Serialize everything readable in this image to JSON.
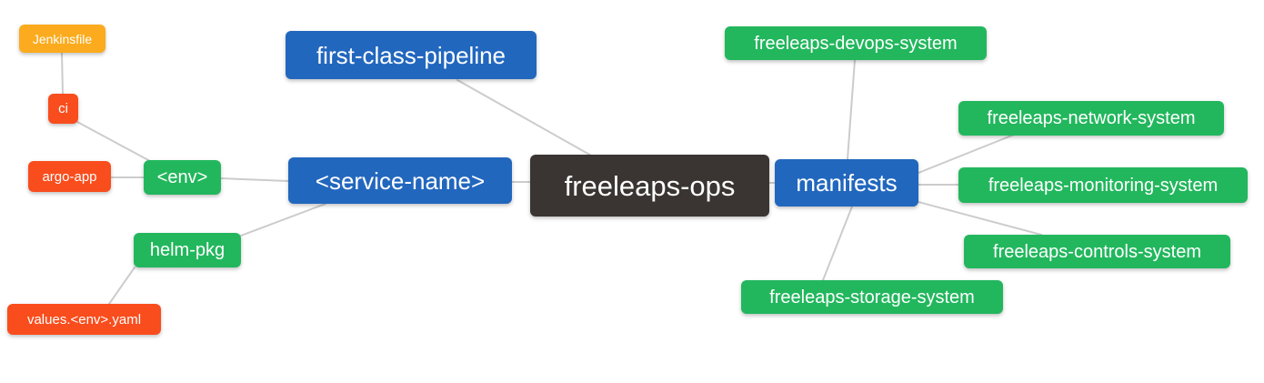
{
  "diagram": {
    "type": "mindmap",
    "background": "#ffffff",
    "colors": {
      "root": "#3a3532",
      "level1": "#2267be",
      "level2": "#22b75d",
      "level3": "#f94d1d",
      "level4": "#fbab1d",
      "edge": "#cccccc",
      "text": "#ffffff"
    },
    "nodes": {
      "root": {
        "label": "freeleaps-ops"
      },
      "pipeline": {
        "label": "first-class-pipeline"
      },
      "service": {
        "label": "<service-name>"
      },
      "manifests": {
        "label": "manifests"
      },
      "env": {
        "label": "<env>"
      },
      "helm_pkg": {
        "label": "helm-pkg"
      },
      "ci": {
        "label": "ci"
      },
      "argo_app": {
        "label": "argo-app"
      },
      "jenkinsfile": {
        "label": "Jenkinsfile"
      },
      "values_yaml": {
        "label": "values.<env>.yaml"
      },
      "devops": {
        "label": "freeleaps-devops-system"
      },
      "network": {
        "label": "freeleaps-network-system"
      },
      "monitoring": {
        "label": "freeleaps-monitoring-system"
      },
      "controls": {
        "label": "freeleaps-controls-system"
      },
      "storage": {
        "label": "freeleaps-storage-system"
      }
    },
    "edges": [
      {
        "from": "jenkinsfile",
        "to": "ci"
      },
      {
        "from": "ci",
        "to": "env"
      },
      {
        "from": "argo_app",
        "to": "env"
      },
      {
        "from": "env",
        "to": "service"
      },
      {
        "from": "helm_pkg",
        "to": "service"
      },
      {
        "from": "values_yaml",
        "to": "helm_pkg"
      },
      {
        "from": "pipeline",
        "to": "root"
      },
      {
        "from": "service",
        "to": "root"
      },
      {
        "from": "root",
        "to": "manifests"
      },
      {
        "from": "manifests",
        "to": "devops"
      },
      {
        "from": "manifests",
        "to": "network"
      },
      {
        "from": "manifests",
        "to": "monitoring"
      },
      {
        "from": "manifests",
        "to": "controls"
      },
      {
        "from": "manifests",
        "to": "storage"
      }
    ]
  }
}
